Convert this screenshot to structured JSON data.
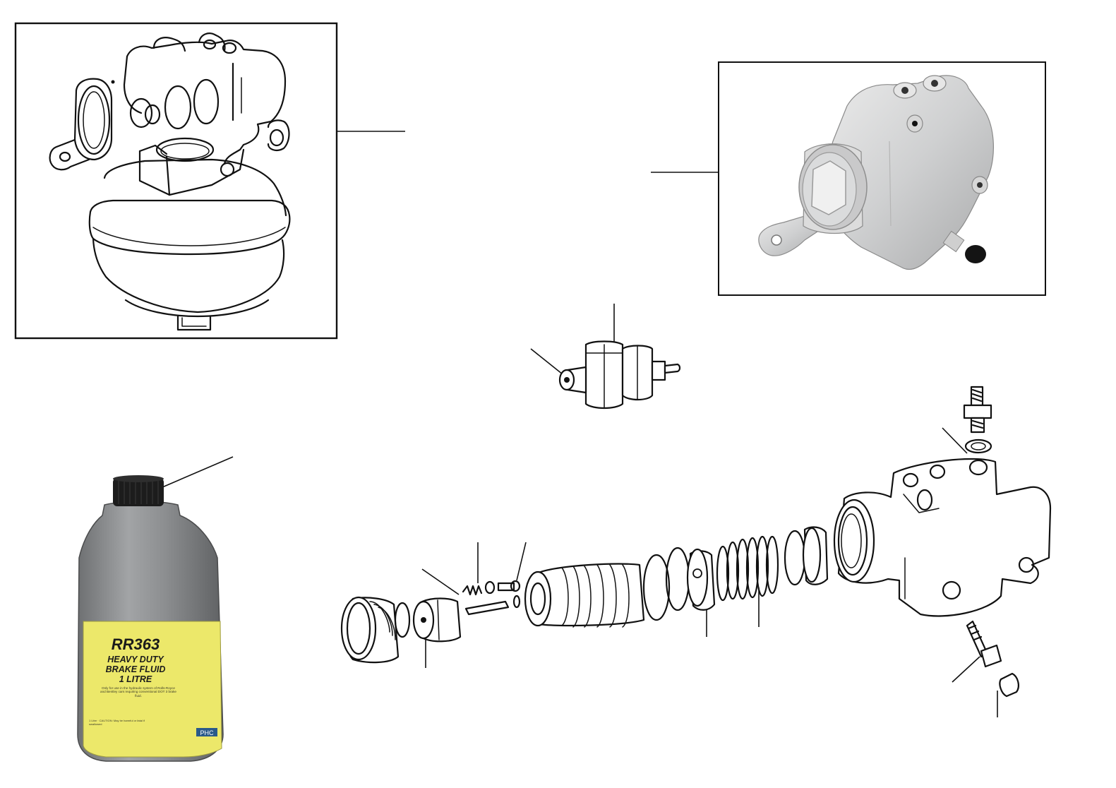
{
  "bottle": {
    "part_number": "RR363",
    "line1": "HEAVY DUTY",
    "line2": "BRAKE FLUID",
    "line3": "1 LITRE",
    "usage_note": "Only for use in the hydraulic system of Rolls-Royce and Bentley cars requiring conventional DOT 3 brake fluid.",
    "fine_print": "1 Litre · CAUTION: May be harmful or fatal if swallowed",
    "brand": "PHC"
  },
  "colors": {
    "bottle_body": "#8a8c8e",
    "bottle_cap": "#1c1c1c",
    "label_yellow": "#ece86a",
    "valve_body": "#d4d5d6",
    "frame": "#111111"
  },
  "icons": {
    "bottle": "brake-fluid-bottle-icon",
    "photo": "pressure-valve-photo-icon",
    "sketch": "valve-body-sketch-icon"
  }
}
